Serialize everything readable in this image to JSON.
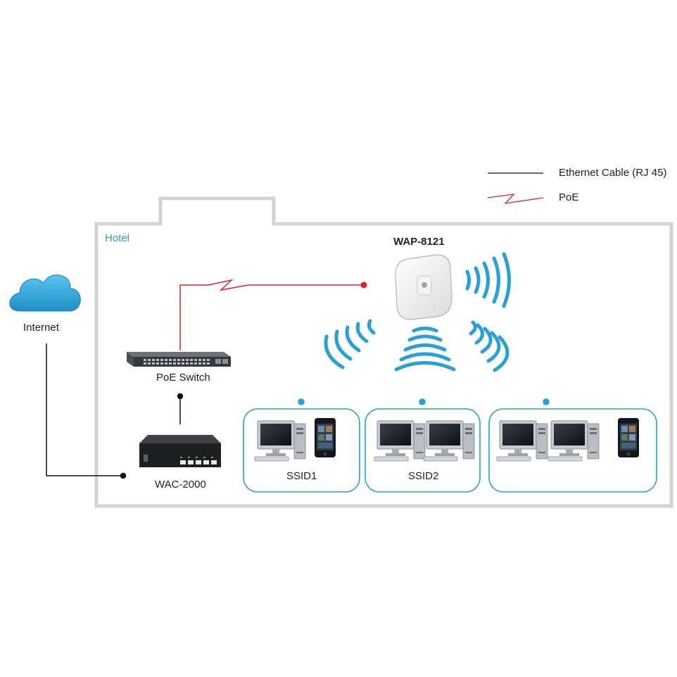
{
  "legend": {
    "ethernet_label": "Ethernet Cable (RJ 45)",
    "poe_label": "PoE"
  },
  "zones": {
    "hotel_label": "Hotel"
  },
  "nodes": {
    "internet_label": "Internet",
    "poe_switch_label": "PoE Switch",
    "controller_label": "WAC-2000",
    "access_point_label": "WAP-8121"
  },
  "ssid_groups": [
    {
      "label": "SSID1"
    },
    {
      "label": "SSID2"
    },
    {
      "label": ""
    }
  ],
  "colors": {
    "ethernet": "#111111",
    "poe": "#e0202a",
    "wifi_waves": "#2aa0d8",
    "group_border": "#2aa0d8",
    "building_outline": "#d4d4d4",
    "cloud": "#2aa0d8"
  },
  "icons": {
    "internet": "cloud-icon",
    "switch": "network-switch-icon",
    "controller": "wireless-controller-icon",
    "access_point": "access-point-icon",
    "desktop": "desktop-computer-icon",
    "phone": "smartphone-icon"
  }
}
